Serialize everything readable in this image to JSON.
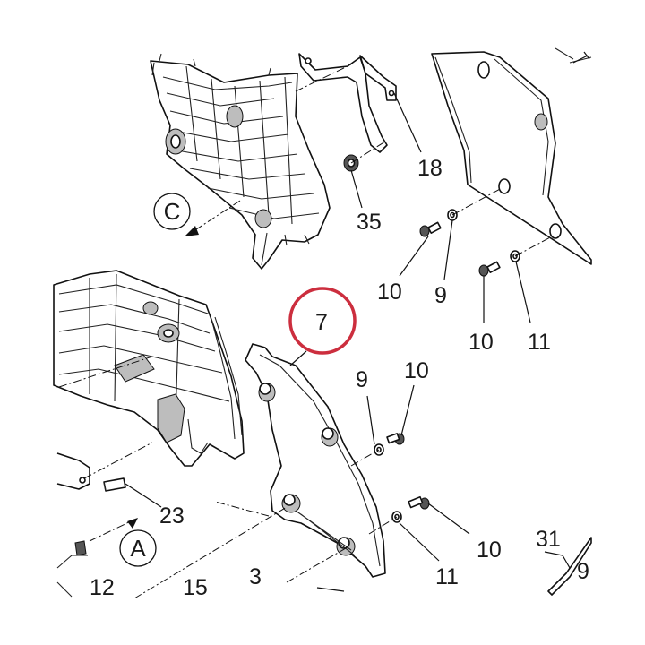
{
  "callouts": {
    "c18": "18",
    "c35": "35",
    "c10a": "10",
    "c9a": "9",
    "c10b": "10",
    "c11a": "11",
    "c7": "7",
    "c9b": "9",
    "c10c": "10",
    "c23": "23",
    "c10d": "10",
    "c11b": "11",
    "c31": "31",
    "c9c": "9",
    "c12": "12",
    "c15": "15",
    "c3": "3"
  },
  "view_refs": {
    "c": "C",
    "a": "A"
  },
  "highlight": {
    "part": "7",
    "color": "#cc2e3e"
  }
}
